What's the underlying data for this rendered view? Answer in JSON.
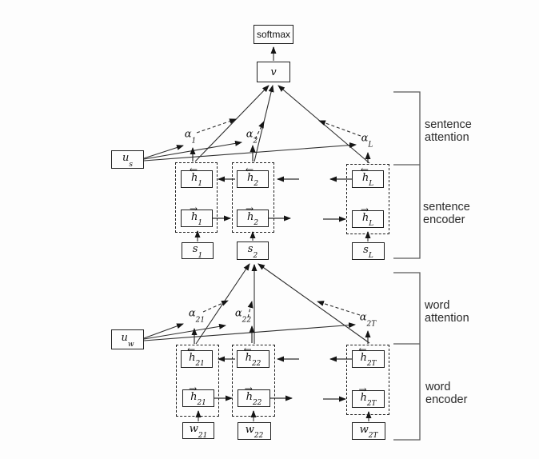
{
  "colors": {
    "background": "#fdfdfd",
    "ink": "#1c1c1c",
    "line": "#2e2e2e",
    "soft_line": "#8d8d8d",
    "bracket": "#5a5a5a"
  },
  "softmax_label": "softmax",
  "v_label": "v",
  "sentence": {
    "context": {
      "base": "u",
      "sub": "s"
    },
    "alphas": [
      {
        "base": "α",
        "sub": "1"
      },
      {
        "base": "α",
        "sub": "2"
      },
      {
        "base": "α",
        "sub": "L"
      }
    ],
    "columns": [
      {
        "back": {
          "arrow": "←",
          "base": "h",
          "sub": "1"
        },
        "fwd": {
          "arrow": "→",
          "base": "h",
          "sub": "1"
        },
        "input": {
          "base": "s",
          "sub": "1"
        }
      },
      {
        "back": {
          "arrow": "←",
          "base": "h",
          "sub": "2"
        },
        "fwd": {
          "arrow": "→",
          "base": "h",
          "sub": "2"
        },
        "input": {
          "base": "s",
          "sub": "2"
        }
      },
      {
        "back": {
          "arrow": "←",
          "base": "h",
          "sub": "L"
        },
        "fwd": {
          "arrow": "→",
          "base": "h",
          "sub": "L"
        },
        "input": {
          "base": "s",
          "sub": "L"
        }
      }
    ],
    "labels": {
      "attention_1": "sentence",
      "attention_2": "attention",
      "encoder_1": "sentence",
      "encoder_2": "encoder"
    }
  },
  "word": {
    "context": {
      "base": "u",
      "sub": "w"
    },
    "alphas": [
      {
        "base": "α",
        "sub": "21"
      },
      {
        "base": "α",
        "sub": "22"
      },
      {
        "base": "α",
        "sub": "2T"
      }
    ],
    "columns": [
      {
        "back": {
          "arrow": "←",
          "base": "h",
          "sub": "21"
        },
        "fwd": {
          "arrow": "→",
          "base": "h",
          "sub": "21"
        },
        "input": {
          "base": "w",
          "sub": "21"
        }
      },
      {
        "back": {
          "arrow": "←",
          "base": "h",
          "sub": "22"
        },
        "fwd": {
          "arrow": "→",
          "base": "h",
          "sub": "22"
        },
        "input": {
          "base": "w",
          "sub": "22"
        }
      },
      {
        "back": {
          "arrow": "←",
          "base": "h",
          "sub": "2T"
        },
        "fwd": {
          "arrow": "→",
          "base": "h",
          "sub": "2T"
        },
        "input": {
          "base": "w",
          "sub": "2T"
        }
      }
    ],
    "labels": {
      "attention_1": "word",
      "attention_2": "attention",
      "encoder_1": "word",
      "encoder_2": "encoder"
    }
  }
}
